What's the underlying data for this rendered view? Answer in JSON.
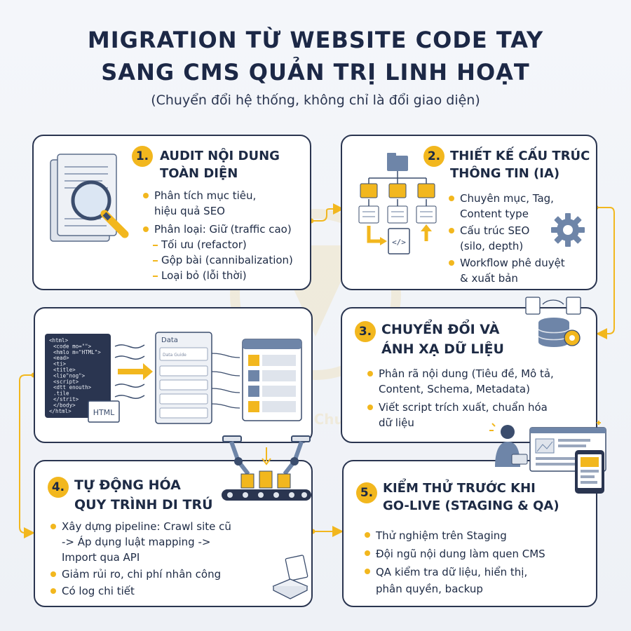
{
  "header": {
    "title_line1": "MIGRATION TỪ WEBSITE CODE TAY",
    "title_line2": "SANG CMS QUẢN TRỊ LINH HOẠT",
    "subtitle": "(Chuyển đổi hệ thống, không chỉ là đổi giao diện)"
  },
  "watermark": {
    "text": "Nhanh - Chuẩn - ..."
  },
  "steps": [
    {
      "number": "1.",
      "title_line1": "AUDIT NỘI DUNG",
      "title_line2": "TOÀN DIỆN",
      "items": [
        "Phân tích mục tiêu,",
        "hiệu quả SEO",
        "Phân loại: Giữ (traffic cao)",
        "Tối ưu (refactor)",
        "Gộp bài (cannibalization)",
        "Loại bỏ (lỗi thời)"
      ]
    },
    {
      "number": "2.",
      "title_line1": "THIẾT KẾ CẤU TRÚC",
      "title_line2": "THÔNG TIN (IA)",
      "items": [
        "Chuyên mục, Tag,",
        "Content type",
        "Cấu trúc SEO",
        "(silo, depth)",
        "Workflow phê duyệt",
        "& xuất bản"
      ]
    },
    {
      "number": "3.",
      "title_line1": "CHUYỂN ĐỔI VÀ",
      "title_line2": "ÁNH XẠ DỮ LIỆU",
      "items": [
        "Phân rã nội dung (Tiêu đề, Mô tả,",
        "Content, Schema, Metadata)",
        "Viết script trích xuất, chuẩn hóa",
        "dữ liệu"
      ]
    },
    {
      "number": "4.",
      "title_line1": "TỰ ĐỘNG HÓA",
      "title_line2": "QUY TRÌNH DI TRÚ",
      "items": [
        "Xây dựng pipeline: Crawl site cũ",
        "-> Áp dụng luật mapping ->",
        "Import qua API",
        "Giảm rủi ro, chi phí nhân công",
        "Có log chi tiết"
      ]
    },
    {
      "number": "5.",
      "title_line1": "KIỂM THỬ TRƯỚC KHI",
      "title_line2": "GO-LIVE (STAGING & QA)",
      "items": [
        "Thử nghiệm trên Staging",
        "Đội ngũ nội dung làm quen CMS",
        "QA kiểm tra dữ liệu, hiển thị,",
        "phân quyền, backup"
      ]
    }
  ],
  "illustration_labels": {
    "data_panel_title": "Data",
    "data_panel_sub": "Data Guide",
    "html_badge": "HTML",
    "code_lines": [
      "<html>",
      "<code mo=\"\">",
      "<hmlo m=\"HTML\">",
      "<ead>",
      "<ti>",
      "<title>",
      "<lie\"nog\">",
      "<script>",
      "<dtt enouth>",
      ".tile",
      "</strit>",
      "</body>",
      "</html>"
    ]
  },
  "colors": {
    "accent": "#f2b71e",
    "ink": "#1d2a44",
    "card_border": "#2a3550",
    "illus_blue": "#6e85a8"
  },
  "icons": [
    "document-search-icon",
    "folder-tree-icon",
    "gear-icon",
    "database-icon",
    "code-transform-icon",
    "robot-arm-conveyor-icon",
    "person-laptop-icon",
    "tablet-icon"
  ]
}
